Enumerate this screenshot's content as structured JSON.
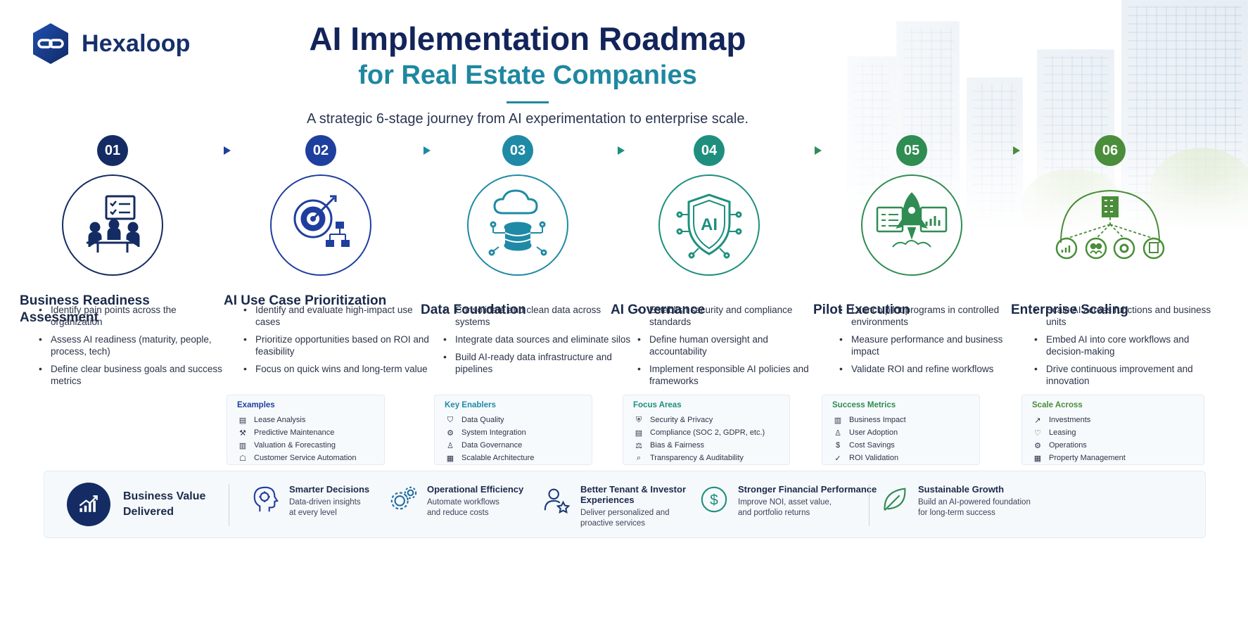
{
  "brand": {
    "name": "Hexaloop"
  },
  "header": {
    "title": "AI Implementation Roadmap",
    "subtitle": "for Real Estate Companies",
    "tagline": "A strategic 6-stage journey from AI experimentation to enterprise scale."
  },
  "colors": {
    "navy": "#142c63",
    "blue": "#1f3f9e",
    "teal": "#1f8aa6",
    "teal_green": "#1e8f7e",
    "green": "#2f8c52",
    "leaf": "#4a8d3a"
  },
  "stages": [
    {
      "number": "01",
      "title": "Business Readiness Assessment",
      "icon": "team-meeting-icon",
      "bullets": [
        "Identify pain points across the organization",
        "Assess AI readiness (maturity, people, process, tech)",
        "Define clear business goals and success metrics"
      ]
    },
    {
      "number": "02",
      "title": "AI Use Case Prioritization",
      "icon": "target-flowchart-icon",
      "bullets": [
        "Identify and evaluate high-impact use cases",
        "Prioritize opportunities based on ROI and feasibility",
        "Focus on quick wins and long-term value"
      ],
      "panel": {
        "title": "Examples",
        "items": [
          "Lease Analysis",
          "Predictive Maintenance",
          "Valuation & Forecasting",
          "Customer Service Automation"
        ]
      }
    },
    {
      "number": "03",
      "title": "Data Foundation",
      "icon": "cloud-database-icon",
      "bullets": [
        "Consolidate and clean data across systems",
        "Integrate data sources and eliminate silos",
        "Build AI-ready data infrastructure and pipelines"
      ],
      "panel": {
        "title": "Key Enablers",
        "items": [
          "Data Quality",
          "System Integration",
          "Data Governance",
          "Scalable Architecture"
        ]
      }
    },
    {
      "number": "04",
      "title": "AI Governance",
      "icon": "ai-shield-icon",
      "bullets": [
        "Establish security and compliance standards",
        "Define human oversight and accountability",
        "Implement responsible AI policies and frameworks"
      ],
      "panel": {
        "title": "Focus Areas",
        "items": [
          "Security & Privacy",
          "Compliance (SOC 2, GDPR, etc.)",
          "Bias & Fairness",
          "Transparency & Auditability"
        ]
      }
    },
    {
      "number": "05",
      "title": "Pilot Execution",
      "icon": "rocket-dashboard-icon",
      "bullets": [
        "Launch pilot programs in controlled environments",
        "Measure performance and business impact",
        "Validate ROI and refine workflows"
      ],
      "panel": {
        "title": "Success Metrics",
        "items": [
          "Business Impact",
          "User Adoption",
          "Cost Savings",
          "ROI Validation"
        ]
      }
    },
    {
      "number": "06",
      "title": "Enterprise Scaling",
      "icon": "building-network-icon",
      "bullets": [
        "Scale AI across functions and business units",
        "Embed AI into core workflows and decision-making",
        "Drive continuous improvement and innovation"
      ],
      "panel": {
        "title": "Scale Across",
        "items": [
          "Investments",
          "Leasing",
          "Operations",
          "Property Management"
        ]
      }
    }
  ],
  "value": {
    "lead": "Business Value Delivered",
    "items": [
      {
        "title": "Smarter Decisions",
        "desc": "Data-driven insights at every level",
        "icon": "brain-head-icon"
      },
      {
        "title": "Operational Efficiency",
        "desc": "Automate workflows and reduce costs",
        "icon": "gears-icon"
      },
      {
        "title": "Better Tenant & Investor Experiences",
        "desc": "Deliver personalized and proactive services",
        "icon": "user-star-icon"
      },
      {
        "title": "Stronger Financial Performance",
        "desc": "Improve NOI, asset value, and portfolio returns",
        "icon": "dollar-circle-icon"
      },
      {
        "title": "Sustainable Growth",
        "desc": "Build an AI-powered foundation for long-term success",
        "icon": "leaf-icon"
      }
    ]
  }
}
